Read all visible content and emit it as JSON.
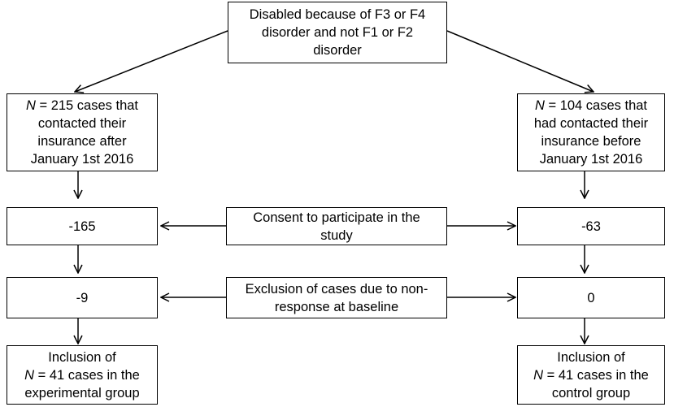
{
  "top": {
    "lines": [
      "Disabled because of F3 or F4",
      "disorder and not F1 or F2",
      "disorder"
    ]
  },
  "left_branch": {
    "n_box": {
      "n_symbol": "N",
      "first_line_rest": " = 215 cases that",
      "lines": [
        "contacted their",
        "insurance after",
        "January 1st 2016"
      ]
    },
    "consent_value": "-165",
    "exclusion_value": "-9",
    "inclusion": {
      "line1": "Inclusion of",
      "n_symbol": "N",
      "line2_rest": " = 41 cases in the",
      "line3": "experimental group"
    }
  },
  "right_branch": {
    "n_box": {
      "n_symbol": "N",
      "first_line_rest": " = 104 cases that",
      "lines": [
        "had contacted their",
        "insurance before",
        "January 1st 2016"
      ]
    },
    "consent_value": "-63",
    "exclusion_value": "0",
    "inclusion": {
      "line1": "Inclusion of",
      "n_symbol": "N",
      "line2_rest": " = 41 cases in the",
      "line3": "control group"
    }
  },
  "middle": {
    "consent": {
      "lines": [
        "Consent to participate in the",
        "study"
      ]
    },
    "exclusion": {
      "lines": [
        "Exclusion of cases due to non-",
        "response at baseline"
      ]
    }
  }
}
